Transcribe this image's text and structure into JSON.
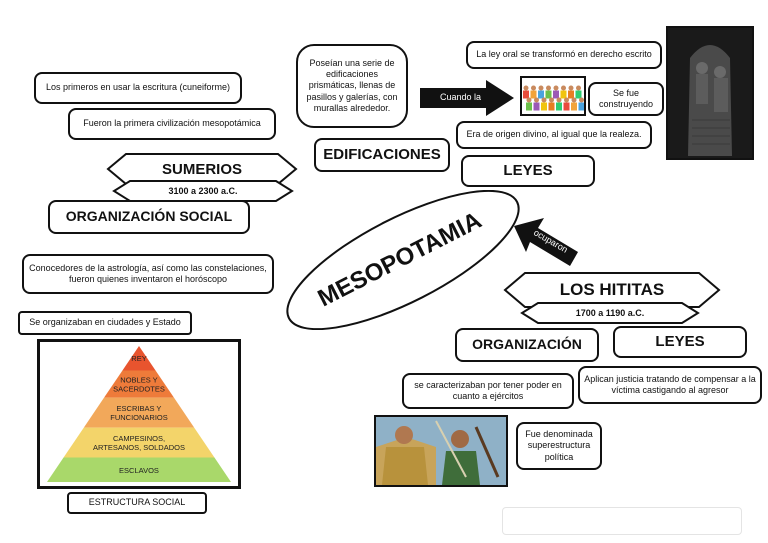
{
  "center": "MESOPOTAMIA",
  "sumerios": {
    "title": "SUMERIOS",
    "dates": "3100 a 2300 a.C.",
    "cuneiform": "Los primeros en usar la escritura (cuneiforme)",
    "first_civ": "Fueron la primera civilización mesopotámica",
    "org_social": "ORGANIZACIÓN SOCIAL",
    "astrology": "Conocedores de la astrología, así como las constelaciones, fueron quienes inventaron el horóscopo",
    "cities": "Se organizaban en ciudades y Estado",
    "structure_label": "ESTRUCTURA SOCIAL",
    "pyramid": [
      {
        "label": "REY",
        "color": "#e8542e"
      },
      {
        "label": "NOBLES Y SACERDOTES",
        "color": "#ee7b3a"
      },
      {
        "label": "ESCRIBAS Y FUNCIONARIOS",
        "color": "#f2a85a"
      },
      {
        "label": "CAMPESINOS, ARTESANOS, SOLDADOS",
        "color": "#f3d46a"
      },
      {
        "label": "ESCLAVOS",
        "color": "#a9d86a"
      }
    ]
  },
  "edificaciones": {
    "title": "EDIFICACIONES",
    "desc": "Poseían una serie de edificaciones prismáticas, llenas de pasillos y galerías, con murallas alrededor."
  },
  "leyes_sumerios": {
    "title": "LEYES",
    "oral": "La ley oral se transformó en derecho escrito",
    "cuando": "Cuando la",
    "se_fue": "Se fue construyendo",
    "divino": "Era de origen divino, al igual que la realeza."
  },
  "hititas": {
    "arrow_label": "ocuparon",
    "title": "LOS HITITAS",
    "dates": "1700 a 1190 a.C.",
    "organizacion": "ORGANIZACIÓN",
    "leyes": "LEYES",
    "poder": "se caracterizaban por tener poder en cuanto a ejércitos",
    "justicia": "Aplican justicia tratando de compensar a la víctima castigando al agresor",
    "superestructura": "Fue denominada superestructura política"
  },
  "colors": {
    "arrow": "#111111",
    "stone": "#3a3a3a"
  }
}
